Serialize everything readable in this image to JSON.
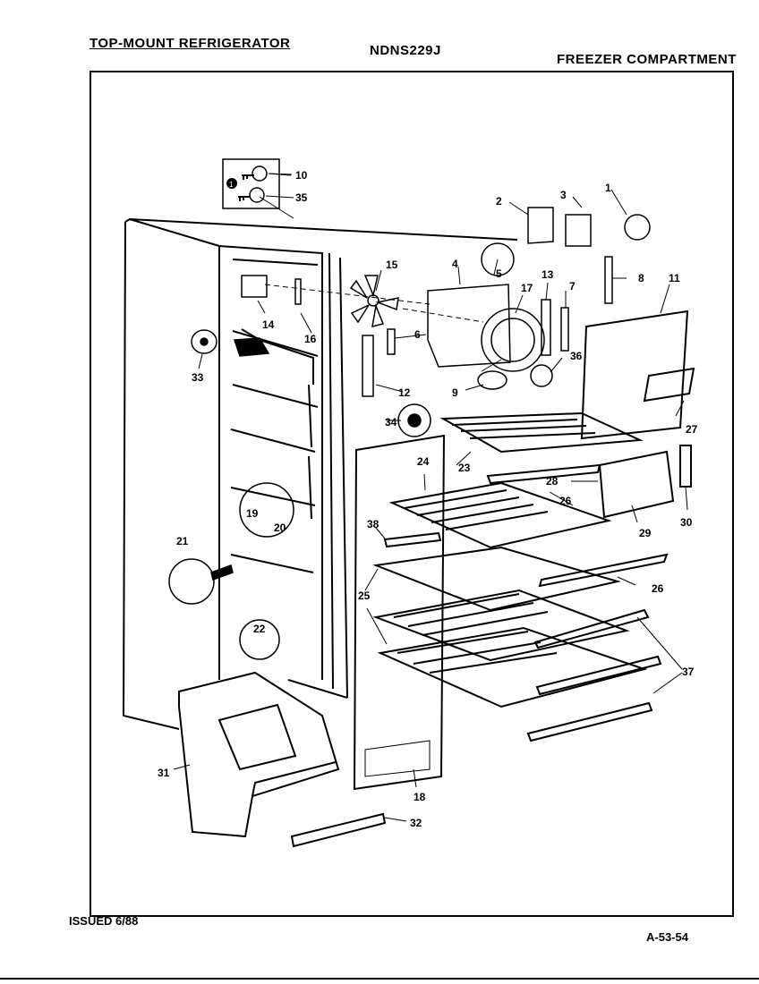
{
  "header": {
    "left_title": "TOP-MOUNT REFRIGERATOR",
    "model": "NDNS229J",
    "right_title": "FREEZER COMPARTMENT"
  },
  "footer": {
    "issued": "ISSUED 6/88",
    "page_code": "A-53-54"
  },
  "part_labels": {
    "p1": "1",
    "p2": "2",
    "p3": "3",
    "p4": "4",
    "p5": "5",
    "p6": "6",
    "p7": "7",
    "p8": "8",
    "p9": "9",
    "p10": "10",
    "p11": "11",
    "p12": "12",
    "p13": "13",
    "p14": "14",
    "p15": "15",
    "p16": "16",
    "p17": "17",
    "p18": "18",
    "p19": "19",
    "p20": "20",
    "p21": "21",
    "p22": "22",
    "p23": "23",
    "p24": "24",
    "p25": "25",
    "p26a": "26",
    "p26b": "26",
    "p27": "27",
    "p28": "28",
    "p29": "29",
    "p30": "30",
    "p31": "31",
    "p32": "32",
    "p33": "33",
    "p34": "34",
    "p35": "35",
    "p36": "36",
    "p37": "37",
    "p38": "38"
  },
  "legend_marker": "1"
}
